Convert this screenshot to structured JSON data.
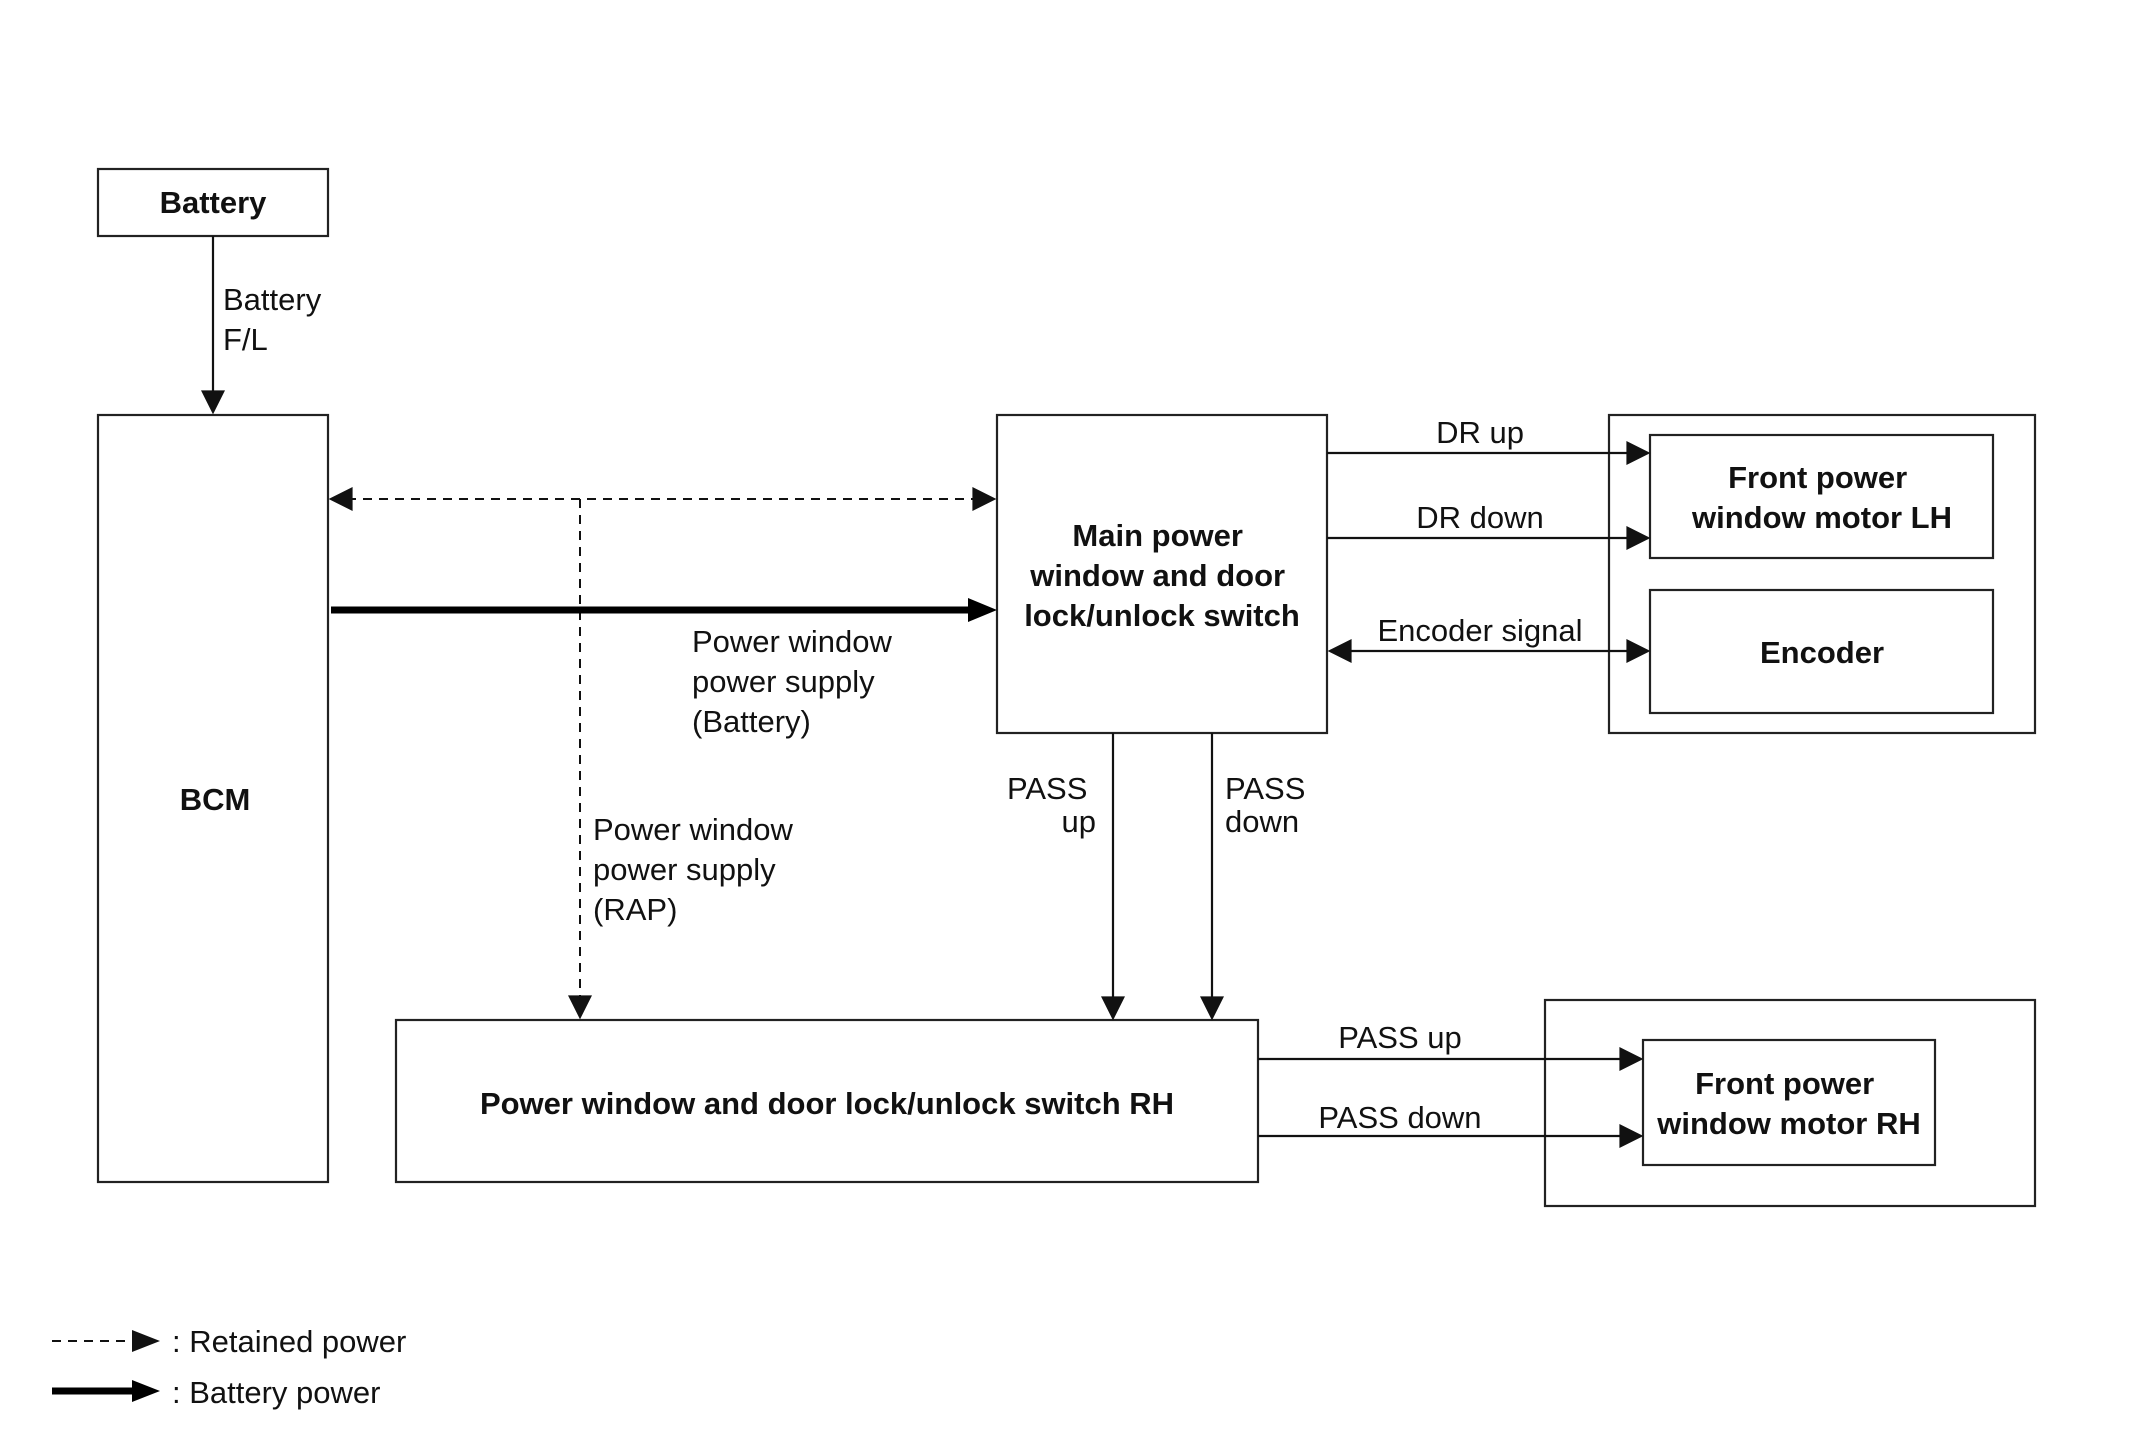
{
  "boxes": {
    "battery": "Battery",
    "bcm": "BCM",
    "main_switch": [
      "Main power",
      "window and door",
      "lock/unlock switch"
    ],
    "rh_switch": "Power window and door lock/unlock switch RH",
    "motor_lh": [
      "Front power",
      "window motor LH"
    ],
    "encoder": "Encoder",
    "motor_rh": [
      "Front power",
      "window motor RH"
    ]
  },
  "labels": {
    "battery_fl": [
      "Battery",
      "F/L"
    ],
    "pw_supply_battery": [
      "Power window",
      "power supply",
      "(Battery)"
    ],
    "pw_supply_rap": [
      "Power window",
      "power supply",
      "(RAP)"
    ],
    "dr_up": "DR up",
    "dr_down": "DR down",
    "encoder_signal": "Encoder signal",
    "pass_up_vertical": [
      "PASS",
      "up"
    ],
    "pass_down_vertical": [
      "PASS",
      "down"
    ],
    "pass_up": "PASS up",
    "pass_down": "PASS down"
  },
  "legend": {
    "retained": ": Retained power",
    "battery_power": ": Battery power"
  }
}
